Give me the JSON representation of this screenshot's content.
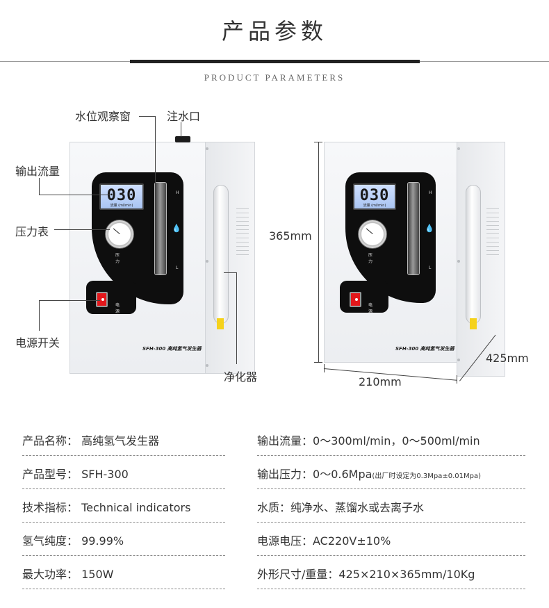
{
  "header": {
    "title_cn": "产品参数",
    "title_en": "PRODUCT PARAMETERS"
  },
  "callouts": {
    "water_window": "水位观察窗",
    "water_inlet": "注水口",
    "output_flow": "输出流量",
    "pressure_gauge": "压力表",
    "power_switch": "电源开关",
    "purifier": "净化器"
  },
  "machine": {
    "display_value": "030",
    "display_caption": "流量 (ml/min)",
    "gauge_caption": "压力",
    "tube_high": "H",
    "tube_low": "L",
    "switch_caption": "电 源",
    "model_label": "SFH-300 高纯氢气发生器"
  },
  "dimensions": {
    "height": "365mm",
    "depth": "425mm",
    "width": "210mm"
  },
  "specs": {
    "left": [
      {
        "label": "产品名称：",
        "value": "高纯氢气发生器"
      },
      {
        "label": "产品型号：",
        "value": "SFH-300"
      },
      {
        "label": "技术指标：",
        "value": "Technical indicators"
      },
      {
        "label": "氢气纯度：",
        "value": "99.99%"
      },
      {
        "label": "最大功率：",
        "value": "150W"
      }
    ],
    "right": [
      {
        "label": "输出流量：",
        "value": "0～300ml/min，0～500ml/min",
        "note": ""
      },
      {
        "label": "输出压力：",
        "value": "0～0.6Mpa",
        "note": "(出厂时设定为0.3Mpa±0.01Mpa)"
      },
      {
        "label": "水质：",
        "value": "纯净水、蒸馏水或去离子水",
        "note": ""
      },
      {
        "label": "电源电压：",
        "value": "AC220V±10%",
        "note": ""
      },
      {
        "label": "外形尺寸/重量：",
        "value": "425×210×365mm/10Kg",
        "note": ""
      }
    ]
  },
  "colors": {
    "panel": "#0e0e0e",
    "switch": "#e3171b",
    "lcd": "#b9d0f7",
    "sticker": "#f5d21c"
  }
}
